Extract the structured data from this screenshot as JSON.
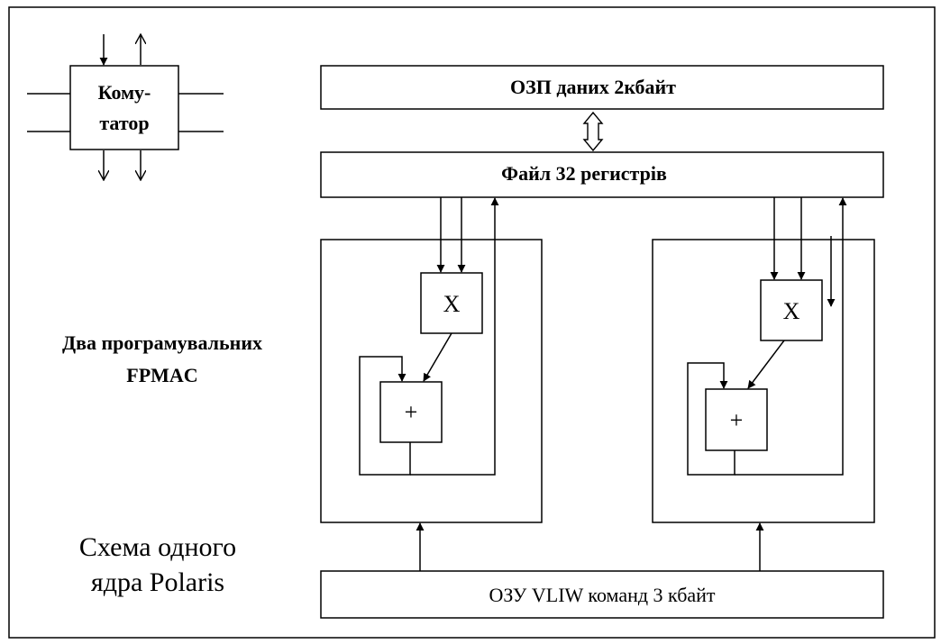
{
  "switch": {
    "line1": "Кому-",
    "line2": "татор"
  },
  "data_ram": {
    "label": "ОЗП даних 2кбайт"
  },
  "register_file": {
    "label": "Файл 32 регистрів"
  },
  "fpmac_caption": {
    "line1": "Два програмувальних",
    "line2": "FPMAC"
  },
  "fpmac": [
    {
      "multiplier": "X",
      "adder": "+"
    },
    {
      "multiplier": "X",
      "adder": "+"
    }
  ],
  "instruction_ram": {
    "label": "ОЗУ VLIW команд  3 кбайт"
  },
  "caption": {
    "line1": "Схема одного",
    "line2": "ядра Polaris"
  }
}
